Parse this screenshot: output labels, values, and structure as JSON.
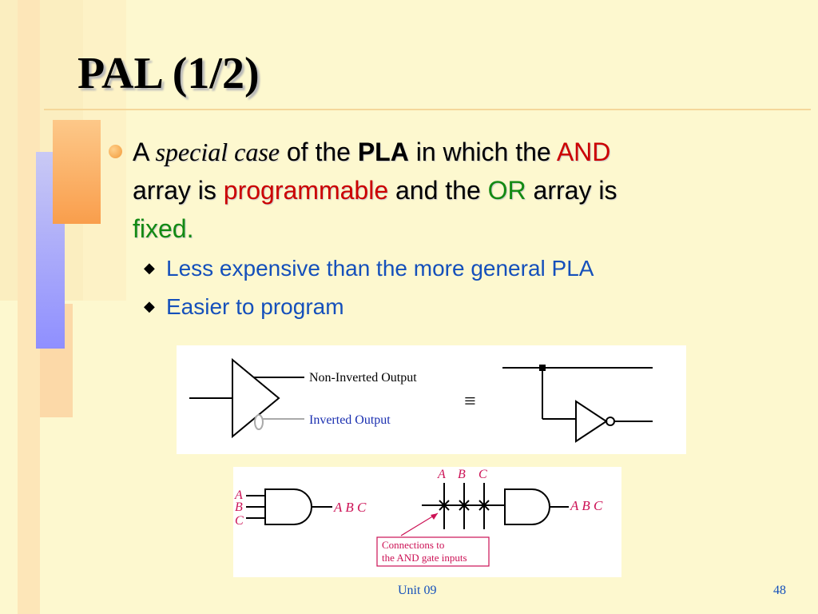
{
  "slide": {
    "title": "PAL (1/2)",
    "bullet": {
      "a": "A",
      "special_case": "special case",
      "of_the": "of the",
      "pla": "PLA",
      "in_which_the": "in which the",
      "and": "AND",
      "array_is": "array is",
      "programmable": "programmable",
      "and_the": "and the",
      "or": "OR",
      "array_is_2": "array is",
      "fixed": "fixed."
    },
    "sub_bullets": [
      "Less expensive than the more general PLA",
      "Easier to program"
    ]
  },
  "figure_top": {
    "non_inverted_label": "Non-Inverted Output",
    "inverted_label": "Inverted Output",
    "equiv_symbol": "≡"
  },
  "figure_bottom": {
    "input_a": "A",
    "input_b": "B",
    "input_c": "C",
    "output_left": "A B C",
    "top_a": "A",
    "top_b": "B",
    "top_c": "C",
    "output_right": "A B C",
    "note_line1": "Connections to",
    "note_line2": "the AND gate inputs"
  },
  "footer": {
    "unit": "Unit 09",
    "page": "48"
  },
  "colors": {
    "background": "#fdf8cf",
    "red": "#cc0000",
    "green": "#138a13",
    "blue": "#1550bb",
    "magenta": "#cc1155"
  }
}
